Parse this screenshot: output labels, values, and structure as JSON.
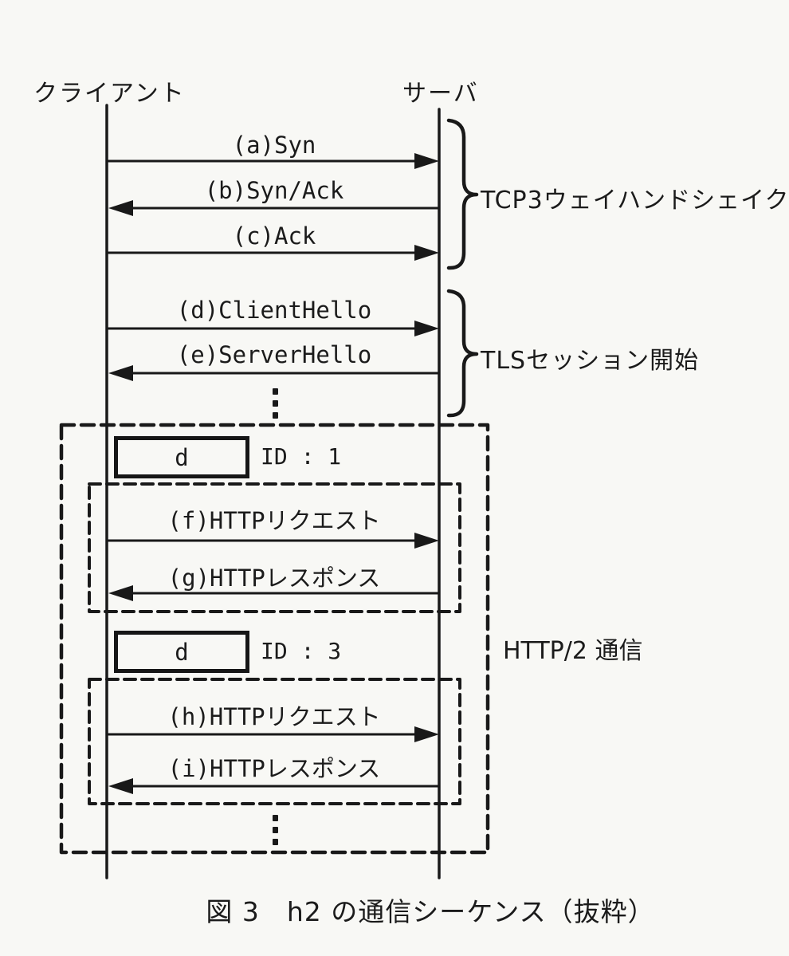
{
  "figure": {
    "caption": "図 3　h2 の通信シーケンス（抜粋）",
    "participants": [
      {
        "label": "クライアント"
      },
      {
        "label": "サーバ"
      }
    ],
    "phases": [
      {
        "name": "tcp-3way-handshake",
        "brace_label": "TCP3ウェイハンドシェイク"
      },
      {
        "name": "tls-session-start",
        "brace_label": "TLSセッション開始"
      },
      {
        "name": "http2-communication",
        "box_label": "HTTP/2 通信"
      }
    ],
    "messages": [
      {
        "id": "a",
        "label": "(a)Syn",
        "from": "client",
        "to": "server",
        "direction": "right"
      },
      {
        "id": "b",
        "label": "(b)Syn/Ack",
        "from": "server",
        "to": "client",
        "direction": "left"
      },
      {
        "id": "c",
        "label": "(c)Ack",
        "from": "client",
        "to": "server",
        "direction": "right"
      },
      {
        "id": "d",
        "label": "(d)ClientHello",
        "from": "client",
        "to": "server",
        "direction": "right"
      },
      {
        "id": "e",
        "label": "(e)ServerHello",
        "from": "server",
        "to": "client",
        "direction": "left"
      },
      {
        "id": "f",
        "label": "(f)HTTPリクエスト",
        "from": "client",
        "to": "server",
        "direction": "right"
      },
      {
        "id": "g",
        "label": "(g)HTTPレスポンス",
        "from": "server",
        "to": "client",
        "direction": "left"
      },
      {
        "id": "h",
        "label": "(h)HTTPリクエスト",
        "from": "client",
        "to": "server",
        "direction": "right"
      },
      {
        "id": "i",
        "label": "(i)HTTPレスポンス",
        "from": "server",
        "to": "client",
        "direction": "left"
      }
    ],
    "streams": [
      {
        "frame_label": "d",
        "stream_id": "ID : 1"
      },
      {
        "frame_label": "d",
        "stream_id": "ID : 3"
      }
    ],
    "icons": {
      "continuation_mark": "vertical-ellipsis"
    },
    "colors": {
      "ink": "#191919",
      "paper": "#f8f8f5"
    }
  }
}
